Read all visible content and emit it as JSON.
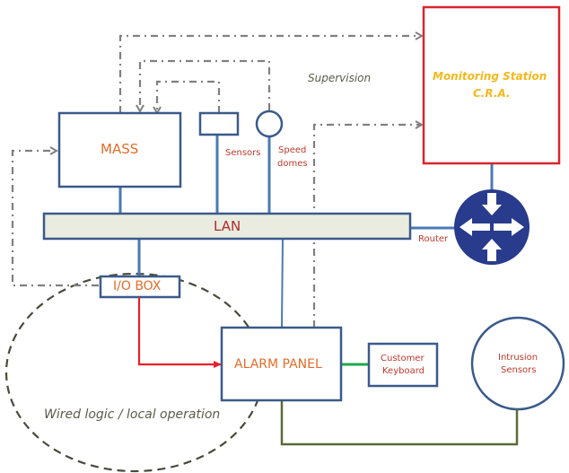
{
  "diagram": {
    "nodes": {
      "mass": {
        "label": "MASS"
      },
      "lan": {
        "label": "LAN"
      },
      "sensors": {
        "label": "Sensors"
      },
      "speed_domes": {
        "label_line1": "Speed",
        "label_line2": "domes"
      },
      "monitoring_station": {
        "label_line1": "Monitoring Station",
        "label_line2": "C.R.A."
      },
      "router": {
        "label": "Router"
      },
      "io_box": {
        "label": "I/O BOX"
      },
      "alarm_panel": {
        "label": "ALARM PANEL"
      },
      "customer_keyboard": {
        "label_line1": "Customer",
        "label_line2": "Keyboard"
      },
      "intrusion_sensors": {
        "label_line1": "Intrusion",
        "label_line2": "Sensors"
      }
    },
    "annotations": {
      "supervision": "Supervision",
      "wired_logic": "Wired logic / local operation"
    },
    "colors": {
      "node_border": "#3b5a8a",
      "link_blue": "#4a7ab5",
      "lan_fill": "#e9ecdf",
      "station_border": "#d9252f",
      "station_text": "#f5b81c",
      "router_fill": "#283b8c",
      "control_flow": "#808080",
      "io_to_panel": "#e8202a",
      "keyboard_link": "#1faa4a",
      "sensor_loop": "#5a6a3a",
      "wired_zone": "#4a4a3a"
    }
  }
}
